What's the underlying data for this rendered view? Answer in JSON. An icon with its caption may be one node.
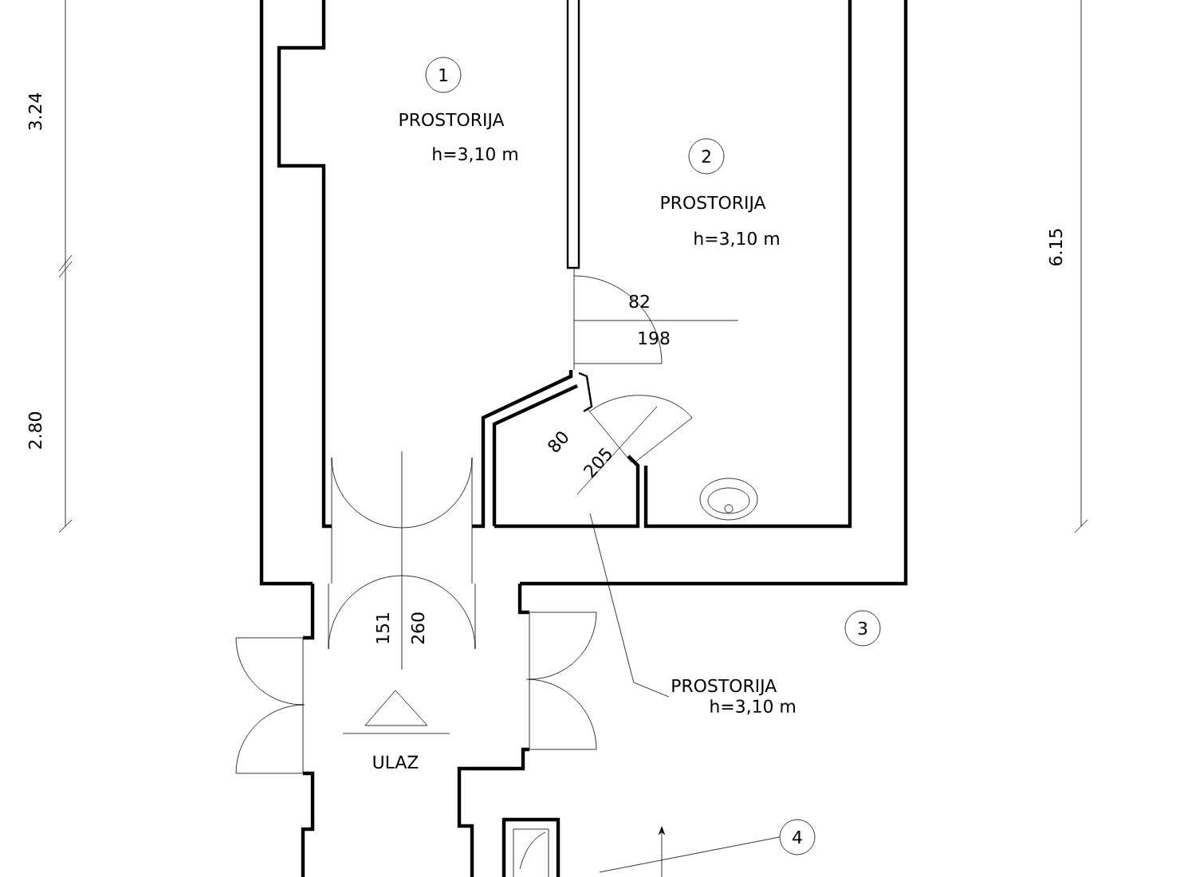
{
  "diagram": {
    "nodes": [
      {
        "text": [
          "1"
        ]
      },
      {
        "text": [
          "2"
        ]
      },
      {
        "text": [
          "3"
        ]
      },
      {
        "text": [
          "PROSTORIJA",
          "h=3,10 m"
        ]
      },
      {
        "text": [
          "4"
        ]
      }
    ],
    "edges": [
      {
        "from": 3,
        "to": null,
        "arrow": "none"
      },
      {
        "from": 4,
        "to": null,
        "arrow": "none"
      }
    ],
    "labels": [
      "3.24",
      "PROSTORIJA",
      "h=3,10 m",
      "PROSTORIJA",
      "h=3,10 m",
      "6.15",
      "82",
      "198",
      "2.80",
      "80",
      "205",
      "151",
      "260",
      "ULAZ"
    ]
  }
}
